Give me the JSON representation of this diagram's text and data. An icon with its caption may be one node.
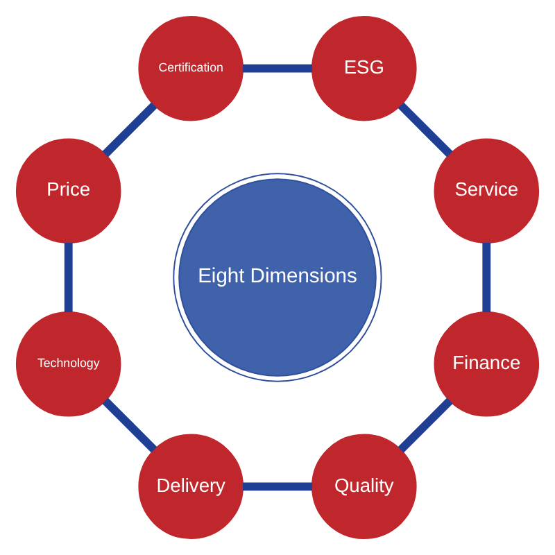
{
  "diagram": {
    "nodes": [
      {
        "text": [
          "Eight Dimensions"
        ]
      },
      {
        "text": [
          "Finance"
        ]
      },
      {
        "text": [
          "Quality"
        ]
      },
      {
        "text": [
          "Delivery"
        ]
      },
      {
        "text": [
          "Technology"
        ]
      },
      {
        "text": [
          "Price"
        ]
      },
      {
        "text": [
          "Certification"
        ]
      },
      {
        "text": [
          "ESG"
        ]
      },
      {
        "text": [
          "Service"
        ]
      }
    ],
    "edges": [
      {
        "from": 1,
        "to": 2,
        "arrow": "none"
      },
      {
        "from": 2,
        "to": 3,
        "arrow": "none"
      },
      {
        "from": 3,
        "to": 4,
        "arrow": "none"
      },
      {
        "from": 4,
        "to": 5,
        "arrow": "none"
      },
      {
        "from": 5,
        "to": 6,
        "arrow": "none"
      },
      {
        "from": 6,
        "to": 7,
        "arrow": "none"
      },
      {
        "from": 7,
        "to": 8,
        "arrow": "none"
      },
      {
        "from": 8,
        "to": 1,
        "arrow": "none"
      }
    ]
  }
}
